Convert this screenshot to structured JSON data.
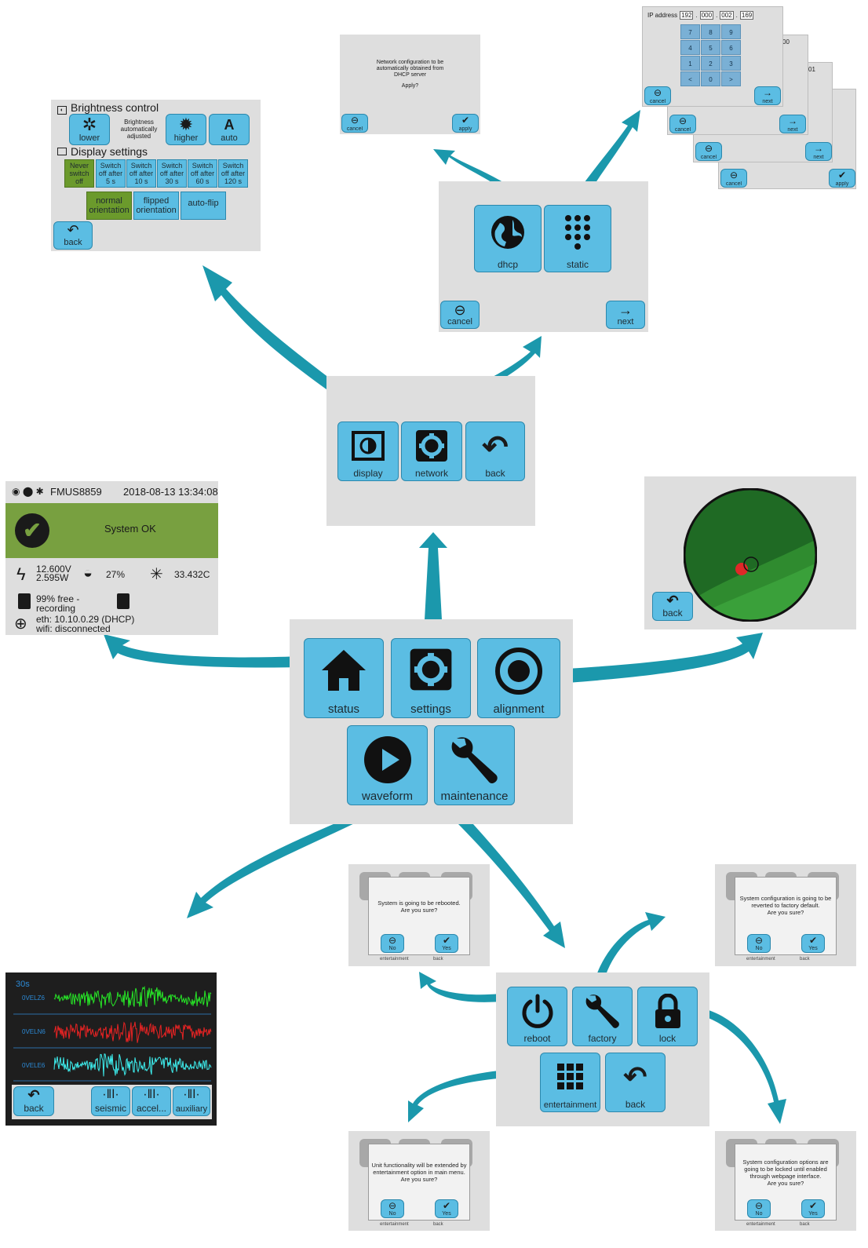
{
  "brightness": {
    "title": "Brightness control",
    "lower": "lower",
    "auto_text": "Brightness automatically adjusted",
    "higher": "higher",
    "auto": "auto",
    "display_title": "Display settings",
    "timeouts": [
      "Never switch off",
      "Switch off after 5 s",
      "Switch off after 10 s",
      "Switch off after 30 s",
      "Switch off after 60 s",
      "Switch off after 120 s"
    ],
    "orient_normal": "normal orientation",
    "orient_flipped": "flipped orientation",
    "orient_auto": "auto-flip",
    "back": "back"
  },
  "dhcp_dialog": {
    "line1": "Network configuration to be",
    "line2": "automatically obtained from",
    "line3": "DHCP server",
    "line4": "Apply?",
    "cancel": "cancel",
    "apply": "apply"
  },
  "ip_entry": {
    "label": "IP address",
    "groups": [
      "192",
      "000",
      "002",
      "169"
    ],
    "keys": [
      "7",
      "8",
      "9",
      "4",
      "5",
      "6",
      "1",
      "2",
      "3",
      "<",
      "0",
      ">"
    ],
    "cancel": "cancel",
    "next": "next",
    "apply": "apply",
    "frag2": "00",
    "frag3": "01"
  },
  "network": {
    "dhcp": "dhcp",
    "static": "static",
    "cancel": "cancel",
    "next": "next"
  },
  "settings_menu": {
    "display": "display",
    "network": "network",
    "back": "back"
  },
  "status": {
    "device": "FMUS8859",
    "datetime": "2018-08-13 13:34:08",
    "system": "System OK",
    "voltage": "12.600V",
    "power": "2.595W",
    "humidity": "27%",
    "temperature": "33.432C",
    "storage": "99% free -",
    "recording": "recording",
    "eth": "eth: 10.10.0.29 (DHCP)",
    "wifi": "wifi: disconnected"
  },
  "alignment_view": {
    "back": "back"
  },
  "main_menu": {
    "status": "status",
    "settings": "settings",
    "alignment": "alignment",
    "waveform": "waveform",
    "maintenance": "maintenance"
  },
  "waveform": {
    "duration": "30s",
    "channels": [
      "0VELZ6",
      "0VELN6",
      "0VELE6"
    ],
    "back": "back",
    "seismic": "seismic",
    "accel": "accel...",
    "auxiliary": "auxiliary"
  },
  "maintenance": {
    "reboot": "reboot",
    "factory": "factory",
    "lock": "lock",
    "entertainment": "entertainment",
    "back": "back"
  },
  "reboot_dialog": {
    "line1": "System is going to be rebooted.",
    "line2": "Are you sure?",
    "no": "No",
    "yes": "Yes"
  },
  "factory_dialog": {
    "line1": "System configuration is going to be",
    "line2": "reverted to factory default.",
    "line3": "Are you sure?",
    "no": "No",
    "yes": "Yes"
  },
  "entertainment_dialog": {
    "line1": "Unit functionality will be extended by",
    "line2": "entertainment option in main menu.",
    "line3": "Are you sure?",
    "no": "No",
    "yes": "Yes"
  },
  "lock_dialog": {
    "line1": "System configuration options are",
    "line2": "going to be locked until enabled",
    "line3": "through webpage interface.",
    "line4": "Are you sure?",
    "no": "No",
    "yes": "Yes"
  },
  "behind_labels": {
    "ent": "entertainment",
    "back": "back"
  },
  "colors": {
    "arrow": "#1b98ac",
    "button": "#5bbde3",
    "panel": "#dedede",
    "ok_green": "#78a040",
    "wave_green": "#27e827",
    "wave_red": "#e82323",
    "wave_cyan": "#3ef0f0"
  }
}
